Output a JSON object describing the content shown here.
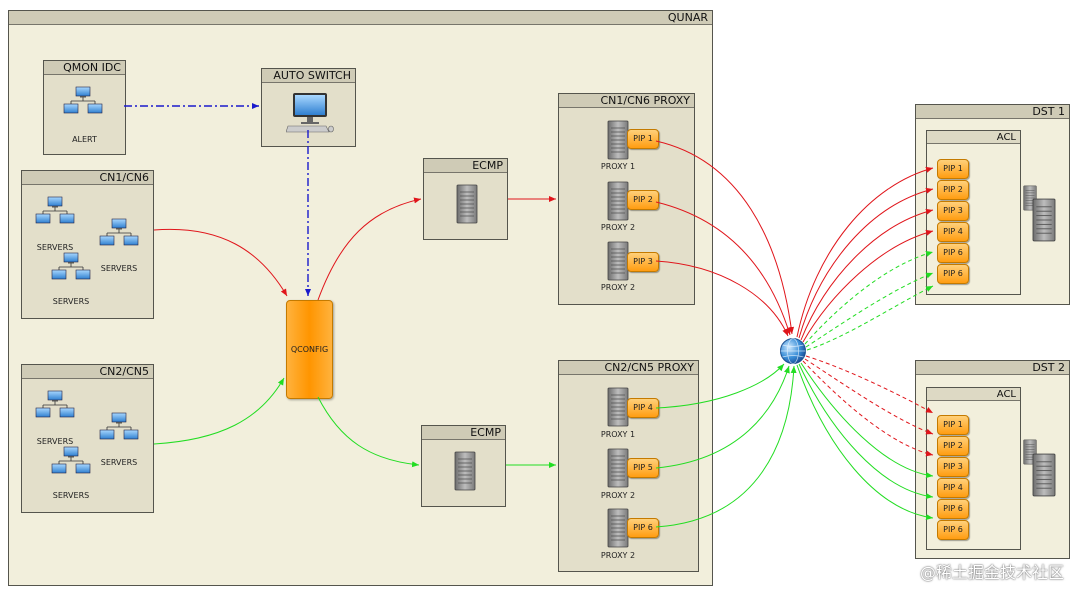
{
  "qunar": {
    "title": "QUNAR"
  },
  "qmon": {
    "title": "QMON IDC",
    "label": "ALERT"
  },
  "auto_switch": {
    "title": "AUTO SWITCH"
  },
  "cn1": {
    "title": "CN1/CN6",
    "labels": [
      "SERVERS",
      "SERVERS",
      "SERVERS"
    ]
  },
  "cn2": {
    "title": "CN2/CN5",
    "labels": [
      "SERVERS",
      "SERVERS",
      "SERVERS"
    ]
  },
  "qconfig": {
    "label": "QCONFIG"
  },
  "ecmp_top": {
    "title": "ECMP"
  },
  "ecmp_bottom": {
    "title": "ECMP"
  },
  "proxy1": {
    "title": "CN1/CN6 PROXY",
    "items": [
      {
        "pip": "PIP 1",
        "label": "PROXY 1"
      },
      {
        "pip": "PIP 2",
        "label": "PROXY 2"
      },
      {
        "pip": "PIP 3",
        "label": "PROXY 2"
      }
    ]
  },
  "proxy2": {
    "title": "CN2/CN5 PROXY",
    "items": [
      {
        "pip": "PIP 4",
        "label": "PROXY 1"
      },
      {
        "pip": "PIP 5",
        "label": "PROXY 2"
      },
      {
        "pip": "PIP 6",
        "label": "PROXY 2"
      }
    ]
  },
  "dst1": {
    "title": "DST 1",
    "acl": "ACL",
    "pips": [
      "PIP 1",
      "PIP 2",
      "PIP 3",
      "PIP 4",
      "PIP 6",
      "PIP 6"
    ]
  },
  "dst2": {
    "title": "DST 2",
    "acl": "ACL",
    "pips": [
      "PIP 1",
      "PIP 2",
      "PIP 3",
      "PIP 4",
      "PIP 6",
      "PIP 6"
    ]
  },
  "watermark": "@稀土掘金技术社区",
  "colors": {
    "red": "#e0151b",
    "green": "#22dd22",
    "blue": "#1a1acc",
    "orange": "#ff9d12"
  }
}
